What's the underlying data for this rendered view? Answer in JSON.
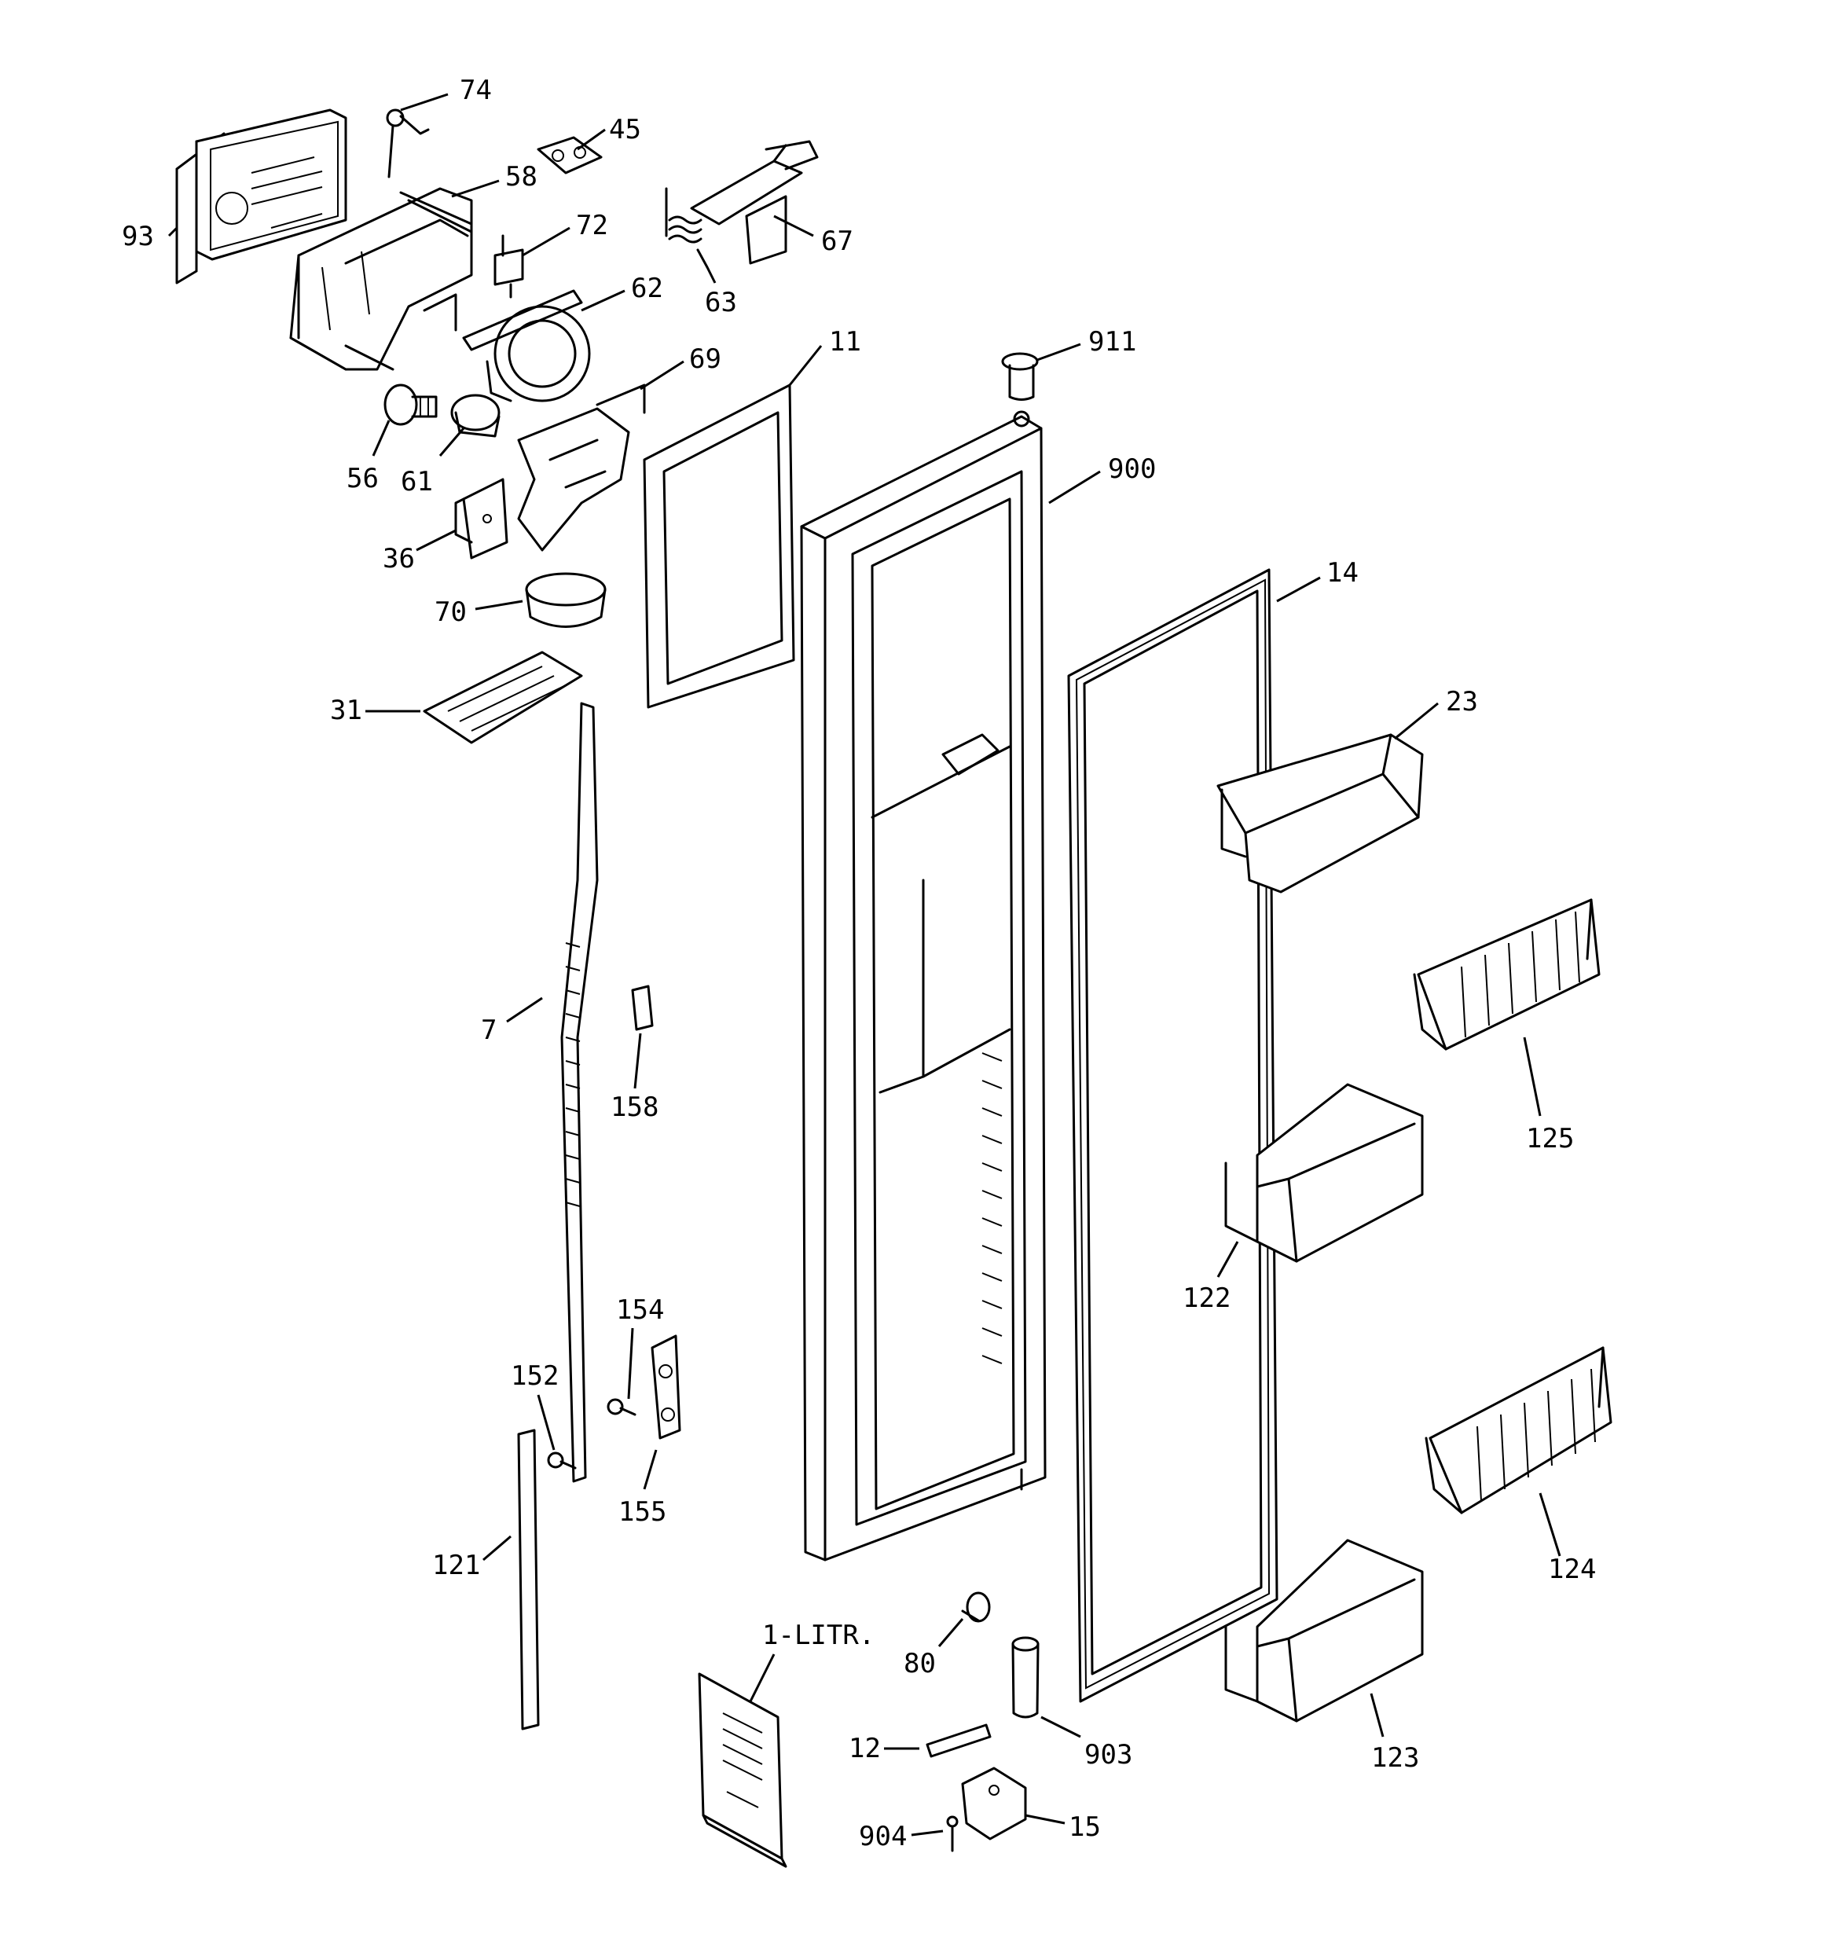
{
  "diagram": {
    "callouts": [
      {
        "id": "74",
        "label": "74"
      },
      {
        "id": "45",
        "label": "45"
      },
      {
        "id": "58",
        "label": "58"
      },
      {
        "id": "93",
        "label": "93"
      },
      {
        "id": "72",
        "label": "72"
      },
      {
        "id": "67",
        "label": "67"
      },
      {
        "id": "63",
        "label": "63"
      },
      {
        "id": "62",
        "label": "62"
      },
      {
        "id": "11",
        "label": "11"
      },
      {
        "id": "911",
        "label": "911"
      },
      {
        "id": "69",
        "label": "69"
      },
      {
        "id": "56",
        "label": "56"
      },
      {
        "id": "61",
        "label": "61"
      },
      {
        "id": "900",
        "label": "900"
      },
      {
        "id": "36",
        "label": "36"
      },
      {
        "id": "14",
        "label": "14"
      },
      {
        "id": "70",
        "label": "70"
      },
      {
        "id": "23",
        "label": "23"
      },
      {
        "id": "31",
        "label": "31"
      },
      {
        "id": "7",
        "label": "7"
      },
      {
        "id": "158",
        "label": "158"
      },
      {
        "id": "125",
        "label": "125"
      },
      {
        "id": "122",
        "label": "122"
      },
      {
        "id": "154",
        "label": "154"
      },
      {
        "id": "152",
        "label": "152"
      },
      {
        "id": "155",
        "label": "155"
      },
      {
        "id": "121",
        "label": "121"
      },
      {
        "id": "124",
        "label": "124"
      },
      {
        "id": "80",
        "label": "80"
      },
      {
        "id": "1-litr",
        "label": "1-LITR."
      },
      {
        "id": "12",
        "label": "12"
      },
      {
        "id": "903",
        "label": "903"
      },
      {
        "id": "123",
        "label": "123"
      },
      {
        "id": "904",
        "label": "904"
      },
      {
        "id": "15",
        "label": "15"
      }
    ]
  }
}
